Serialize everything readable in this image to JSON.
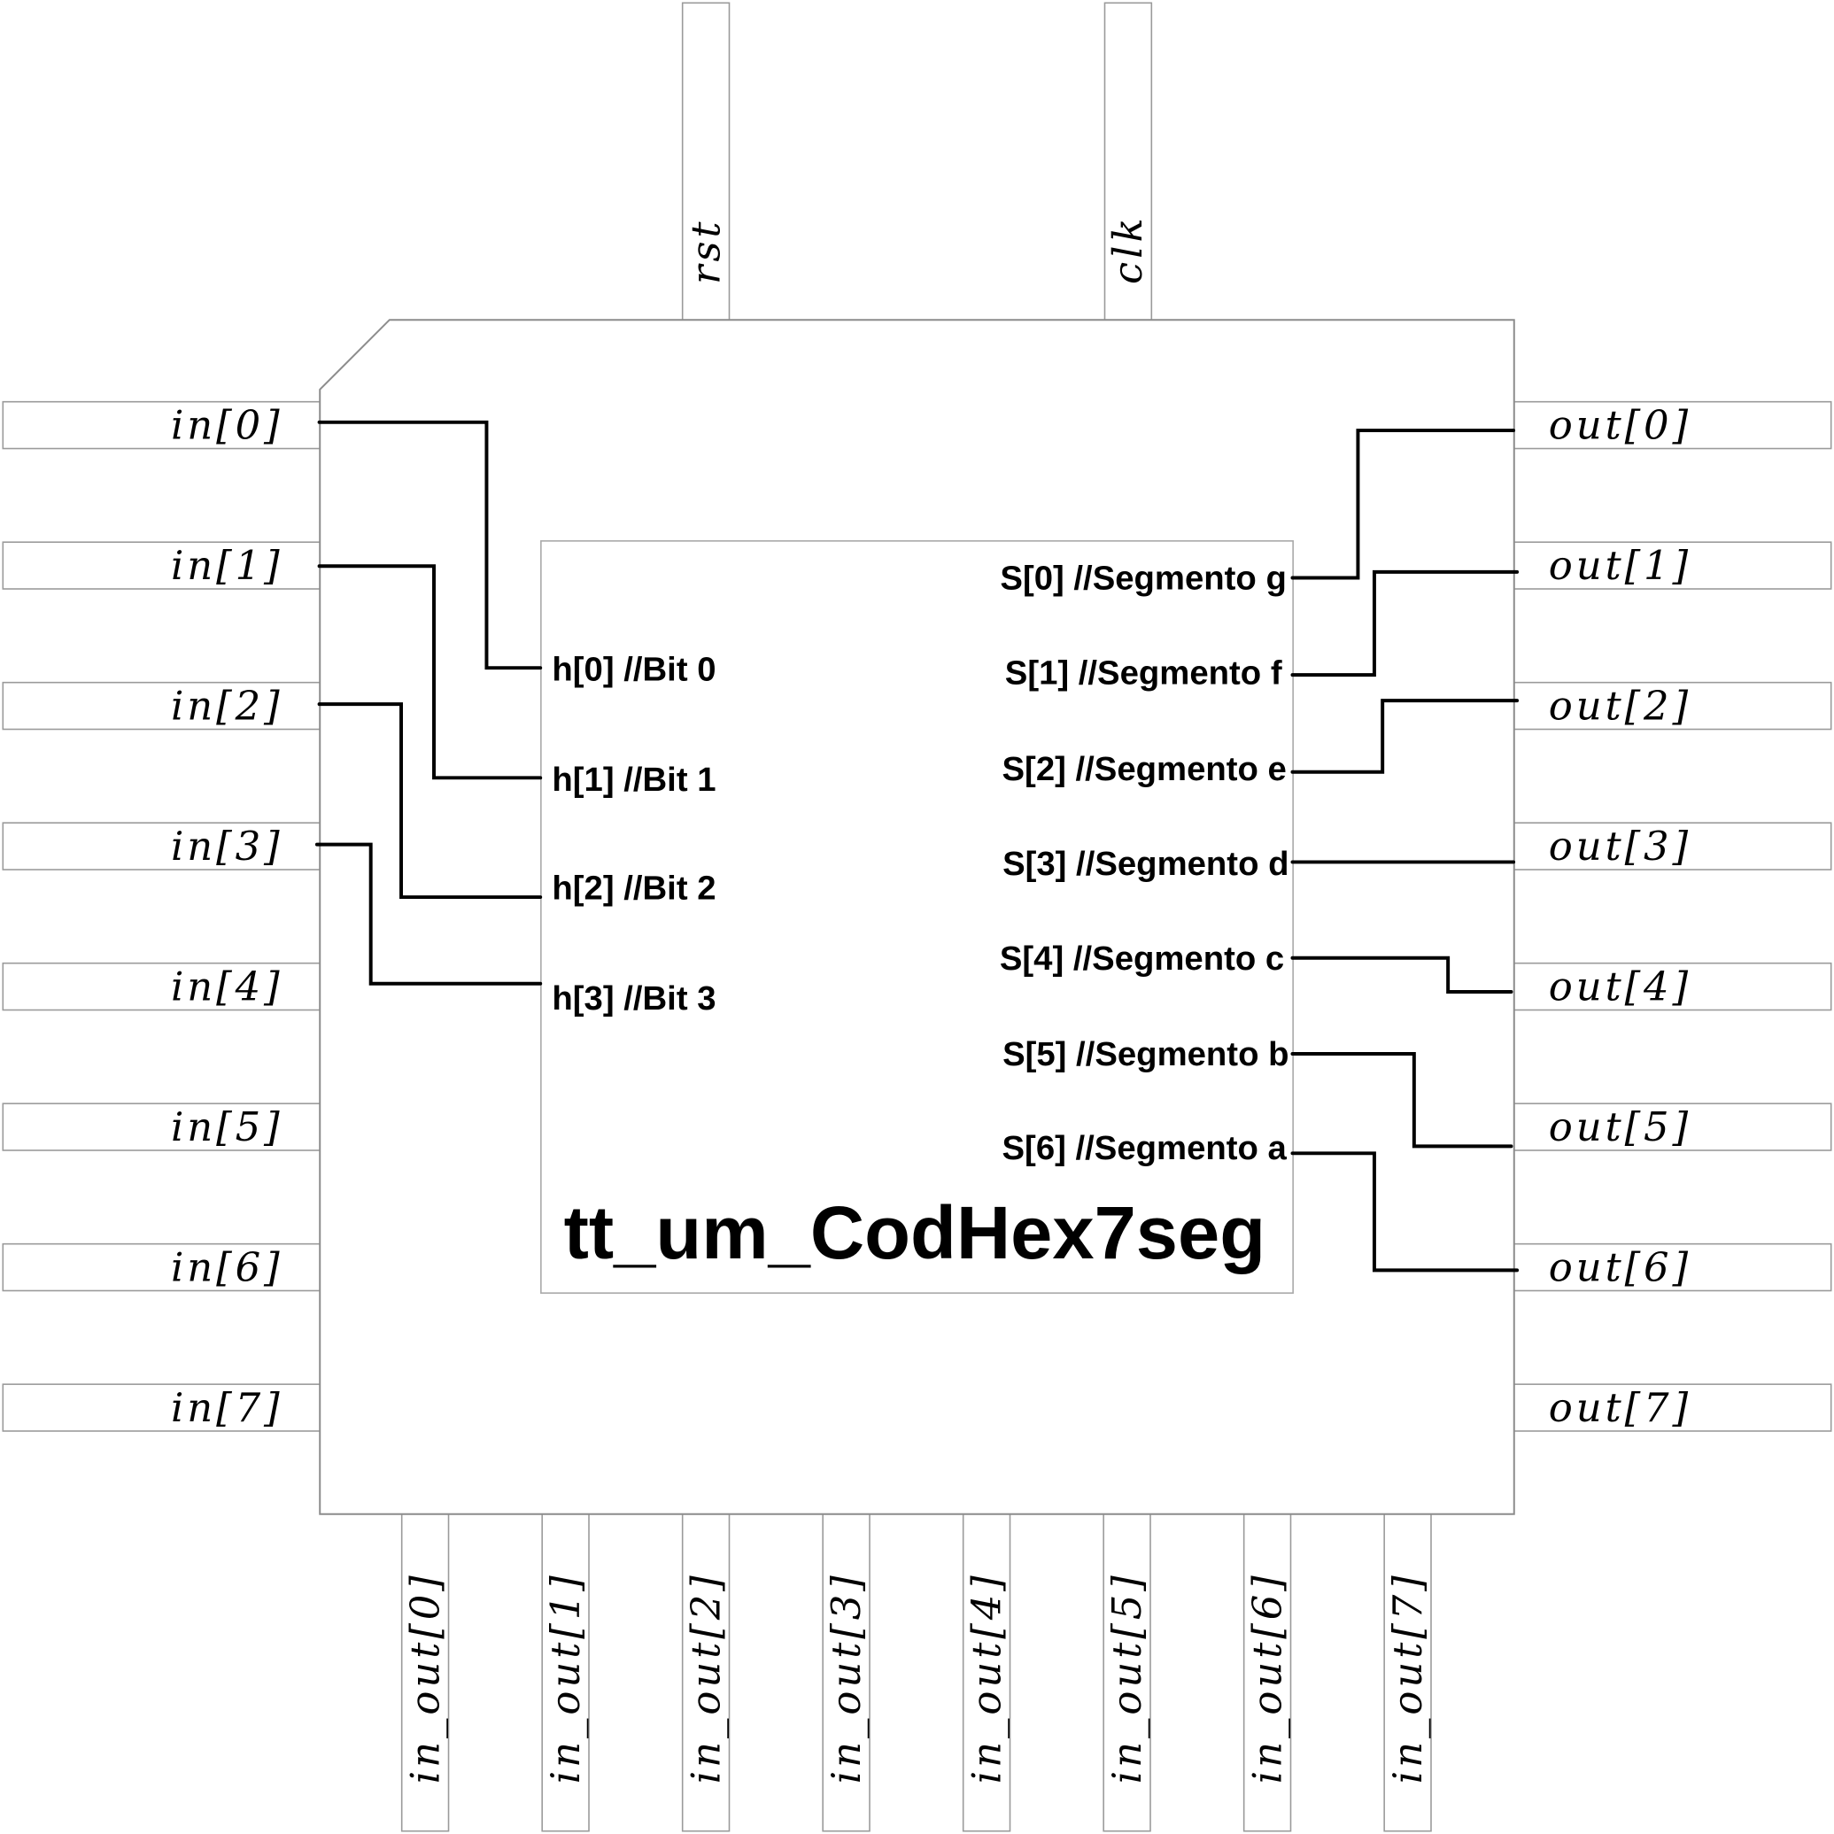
{
  "module_name": "tt_um_CodHex7seg",
  "top_pins": [
    "rst",
    "clk"
  ],
  "left_pins": [
    "in[0]",
    "in[1]",
    "in[2]",
    "in[3]",
    "in[4]",
    "in[5]",
    "in[6]",
    "in[7]"
  ],
  "right_pins": [
    "out[0]",
    "out[1]",
    "out[2]",
    "out[3]",
    "out[4]",
    "out[5]",
    "out[6]",
    "out[7]"
  ],
  "bottom_pins": [
    "in_out[0]",
    "in_out[1]",
    "in_out[2]",
    "in_out[3]",
    "in_out[4]",
    "in_out[5]",
    "in_out[6]",
    "in_out[7]"
  ],
  "inputs": [
    "h[0] //Bit 0",
    "h[1] //Bit 1",
    "h[2] //Bit 2",
    "h[3] //Bit 3"
  ],
  "outputs": [
    "S[0] //Segmento g",
    "S[1] //Segmento f",
    "S[2] //Segmento e",
    "S[3] //Segmento d",
    "S[4] //Segmento c",
    "S[5] //Segmento b",
    "S[6] //Segmento a"
  ],
  "connections": [
    {
      "from": "in[0]",
      "to": "h[0]"
    },
    {
      "from": "in[1]",
      "to": "h[1]"
    },
    {
      "from": "in[2]",
      "to": "h[2]"
    },
    {
      "from": "in[3]",
      "to": "h[3]"
    },
    {
      "from": "S[0]",
      "to": "out[0]"
    },
    {
      "from": "S[1]",
      "to": "out[1]"
    },
    {
      "from": "S[2]",
      "to": "out[2]"
    },
    {
      "from": "S[3]",
      "to": "out[3]"
    },
    {
      "from": "S[4]",
      "to": "out[4]"
    },
    {
      "from": "S[5]",
      "to": "out[5]"
    },
    {
      "from": "S[6]",
      "to": "out[6]"
    }
  ]
}
